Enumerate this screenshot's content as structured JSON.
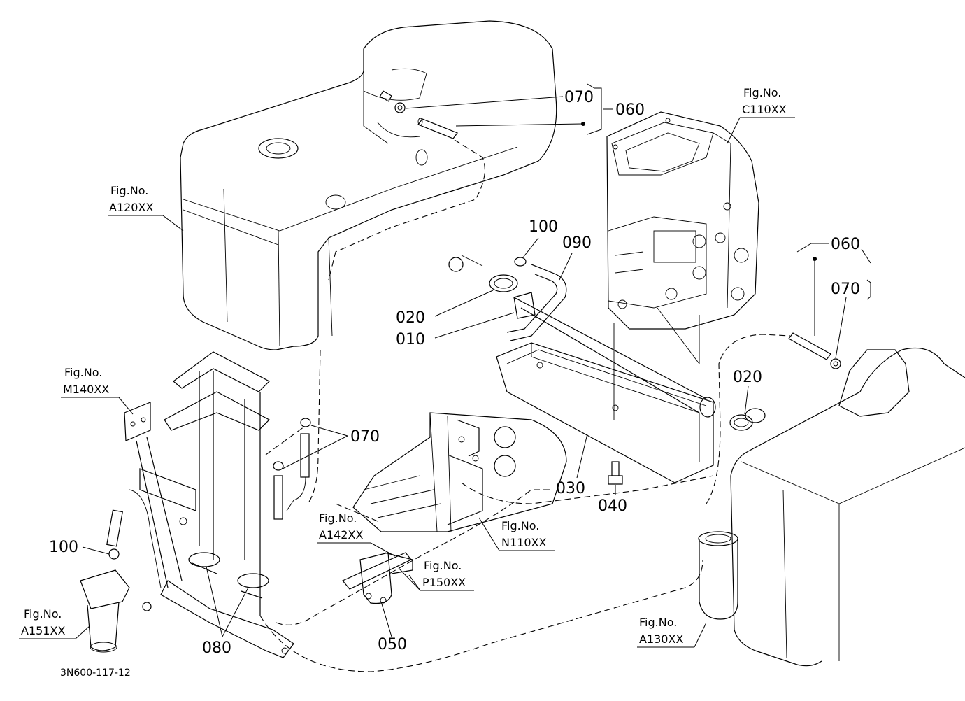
{
  "parts": {
    "p010": "010",
    "p020a": "020",
    "p020b": "020",
    "p030": "030",
    "p040": "040",
    "p050": "050",
    "p060a": "060",
    "p060b": "060",
    "p070a": "070",
    "p070b": "070",
    "p070c": "070",
    "p080": "080",
    "p090": "090",
    "p100a": "100",
    "p100b": "100"
  },
  "figures": {
    "a120": {
      "label": "Fig.No.",
      "code": "A120XX"
    },
    "c110": {
      "label": "Fig.No.",
      "code": "C110XX"
    },
    "m140": {
      "label": "Fig.No.",
      "code": "M140XX"
    },
    "a142": {
      "label": "Fig.No.",
      "code": "A142XX"
    },
    "n110": {
      "label": "Fig.No.",
      "code": "N110XX"
    },
    "p150": {
      "label": "Fig.No.",
      "code": "P150XX"
    },
    "a151": {
      "label": "Fig.No.",
      "code": "A151XX"
    },
    "a130": {
      "label": "Fig.No.",
      "code": "A130XX"
    }
  },
  "drawing_code": "3N600-117-12"
}
